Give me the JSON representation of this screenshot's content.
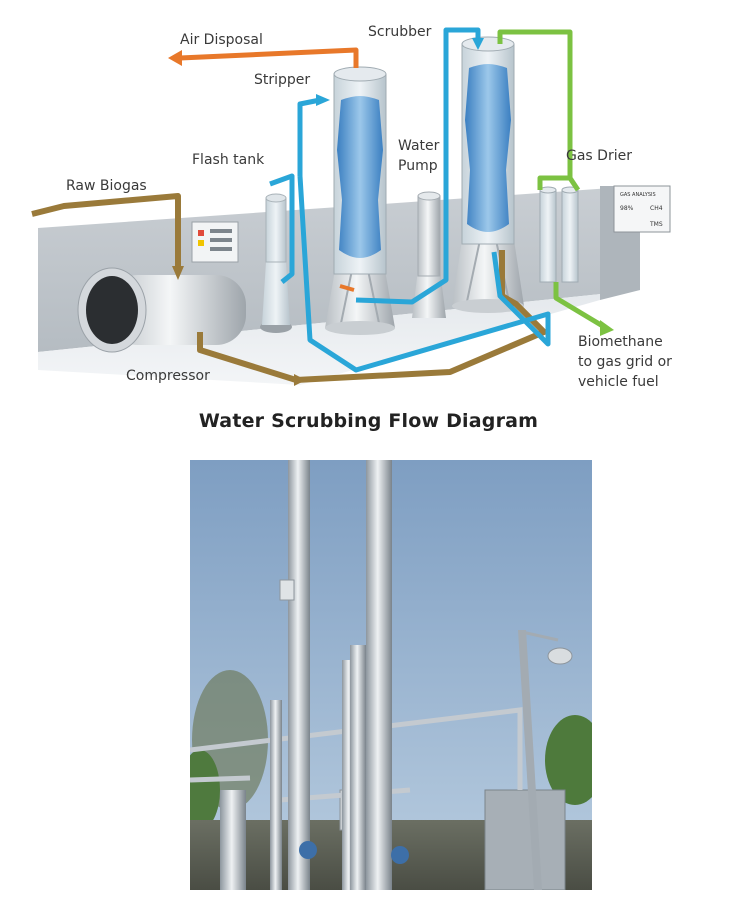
{
  "diagram": {
    "labels": {
      "air_disposal": "Air Disposal",
      "scrubber": "Scrubber",
      "stripper": "Stripper",
      "water_pump_line1": "Water",
      "water_pump_line2": "Pump",
      "flash_tank": "Flash tank",
      "gas_drier": "Gas Drier",
      "raw_biogas": "Raw Biogas",
      "compressor": "Compressor",
      "biomethane_line1": "Biomethane",
      "biomethane_line2": "to gas grid or",
      "biomethane_line3": "vehicle fuel"
    },
    "panel": {
      "title": "GAS ANALYSIS",
      "row1_left": "98%",
      "row1_right": "CH4",
      "row2_right": "TMS"
    },
    "colors": {
      "water_line": "#2aa6d8",
      "biogas_line": "#9a7a3a",
      "air_line": "#e8782a",
      "biomethane_line": "#7cc242"
    }
  },
  "caption": "Water Scrubbing Flow Diagram"
}
